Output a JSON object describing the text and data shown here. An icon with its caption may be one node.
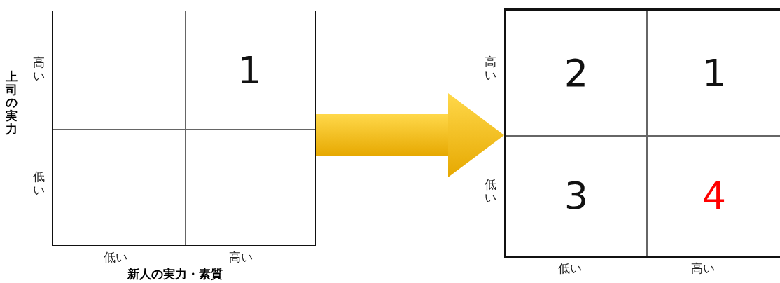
{
  "diagram": {
    "nodes": [
      {
        "text": [],
        "shape": "box"
      },
      {
        "text": [
          "1"
        ],
        "in": 0
      },
      {
        "text": [],
        "shape": "box"
      },
      {
        "text": [
          "2"
        ],
        "in": 2
      },
      {
        "text": [
          "1"
        ],
        "in": 2
      },
      {
        "text": [
          "3"
        ],
        "in": 2
      },
      {
        "text": [
          "4"
        ],
        "in": 2
      }
    ],
    "edges": [
      {
        "from": 0,
        "to": 2,
        "arrow": "to"
      }
    ],
    "labels": [
      "上司の実力",
      "高い",
      "低い",
      "低い",
      "高い",
      "新人の実力・素質",
      "高い",
      "低い",
      "低い",
      "高い"
    ]
  }
}
